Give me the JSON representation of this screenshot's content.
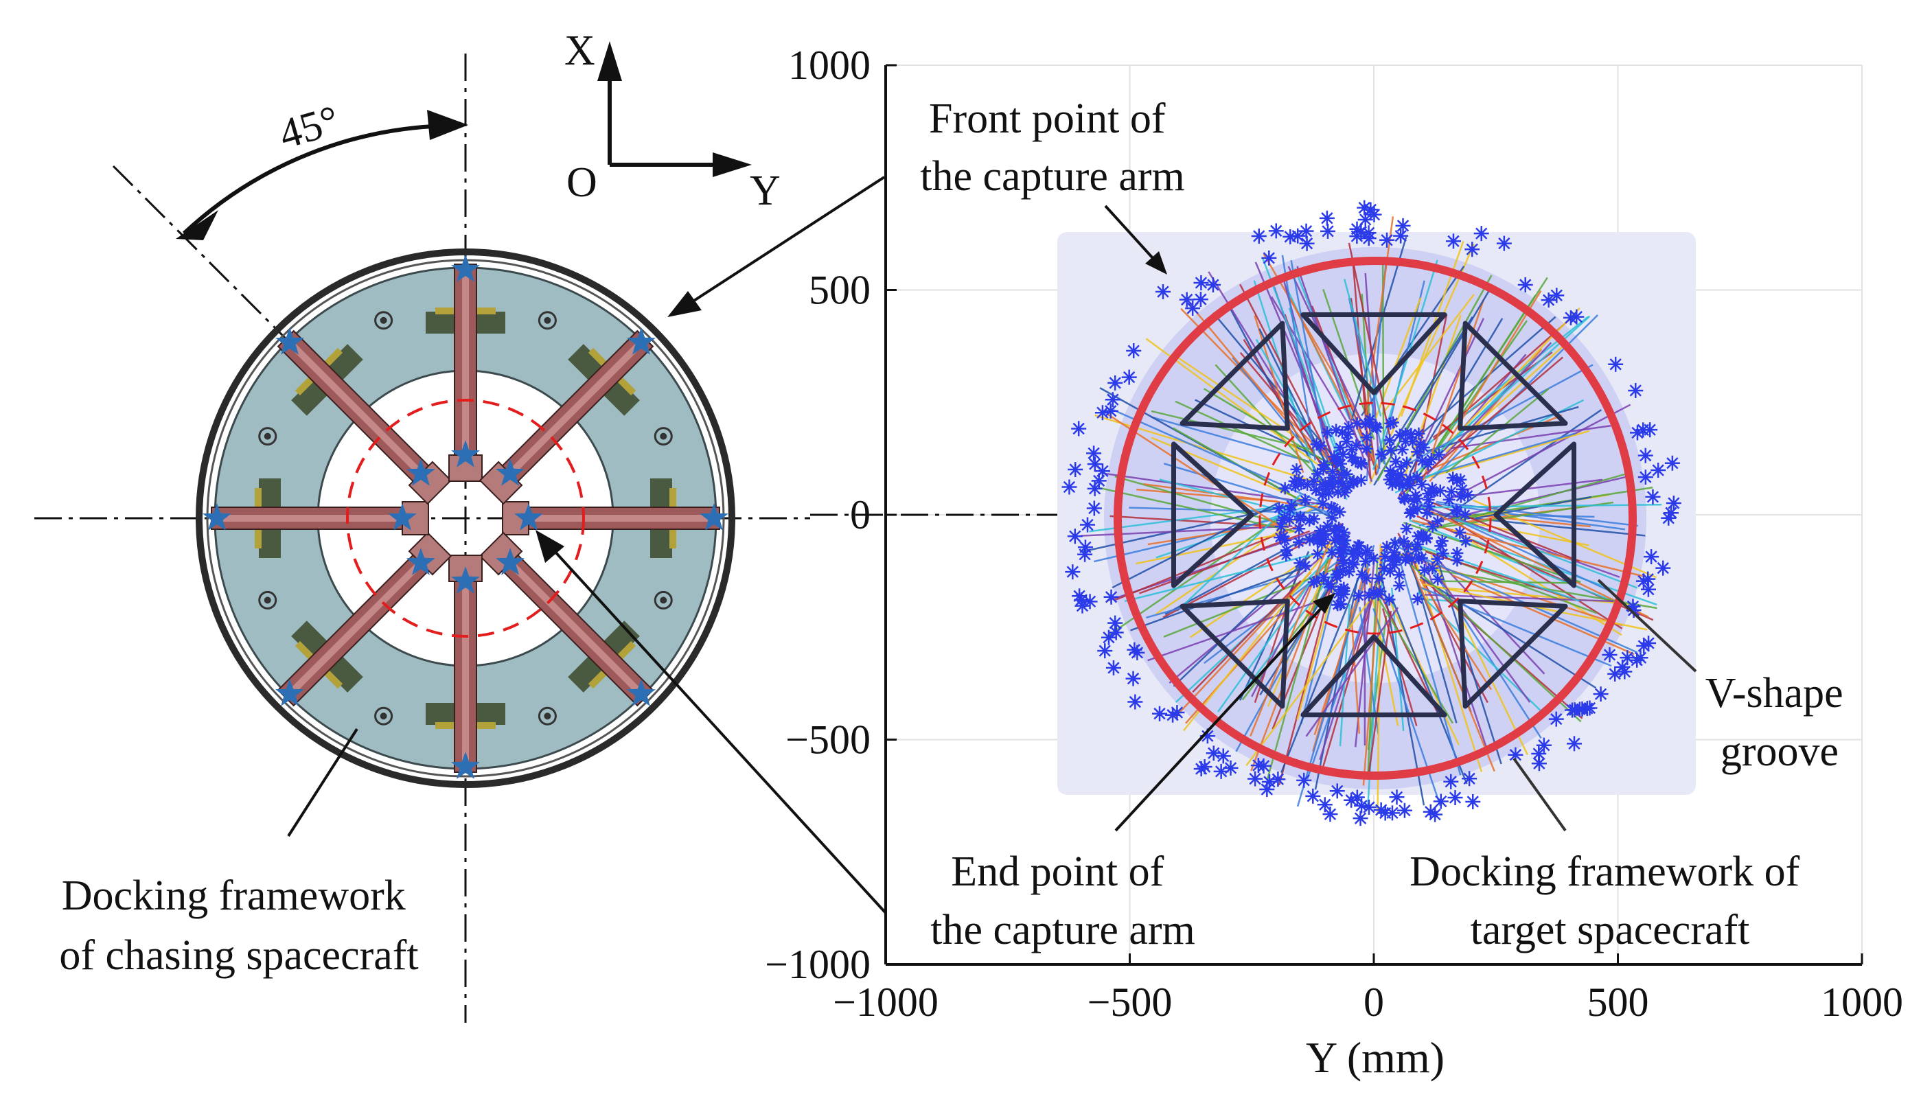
{
  "left_panel": {
    "angle_label": "45°",
    "axis_x_label": "X",
    "axis_y_label": "Y",
    "origin_label": "O",
    "label_chasing": [
      "Docking framework",
      "of chasing spacecraft"
    ]
  },
  "right_panel": {
    "y_axis_label": "Y (mm)",
    "x_ticks": [
      "−1000",
      "−500",
      "0",
      "500",
      "1000"
    ],
    "y_ticks": [
      "1000",
      "500",
      "0",
      "−500",
      "−1000"
    ],
    "tick_values": [
      -1000,
      -500,
      0,
      500,
      1000
    ],
    "label_front": [
      "Front point of",
      "the capture arm"
    ],
    "label_end": [
      "End point of",
      "the capture arm"
    ],
    "label_groove": [
      "V-shape",
      "groove"
    ],
    "label_target": [
      "Docking framework of",
      "target spacecraft"
    ]
  },
  "colors": {
    "ring": "#e03c46",
    "star": "#2d6fb4",
    "marker": "#2b3bea",
    "frame": "#9fbcc2",
    "arm": "#9e5a5a",
    "groove": "#2a2f4d"
  }
}
